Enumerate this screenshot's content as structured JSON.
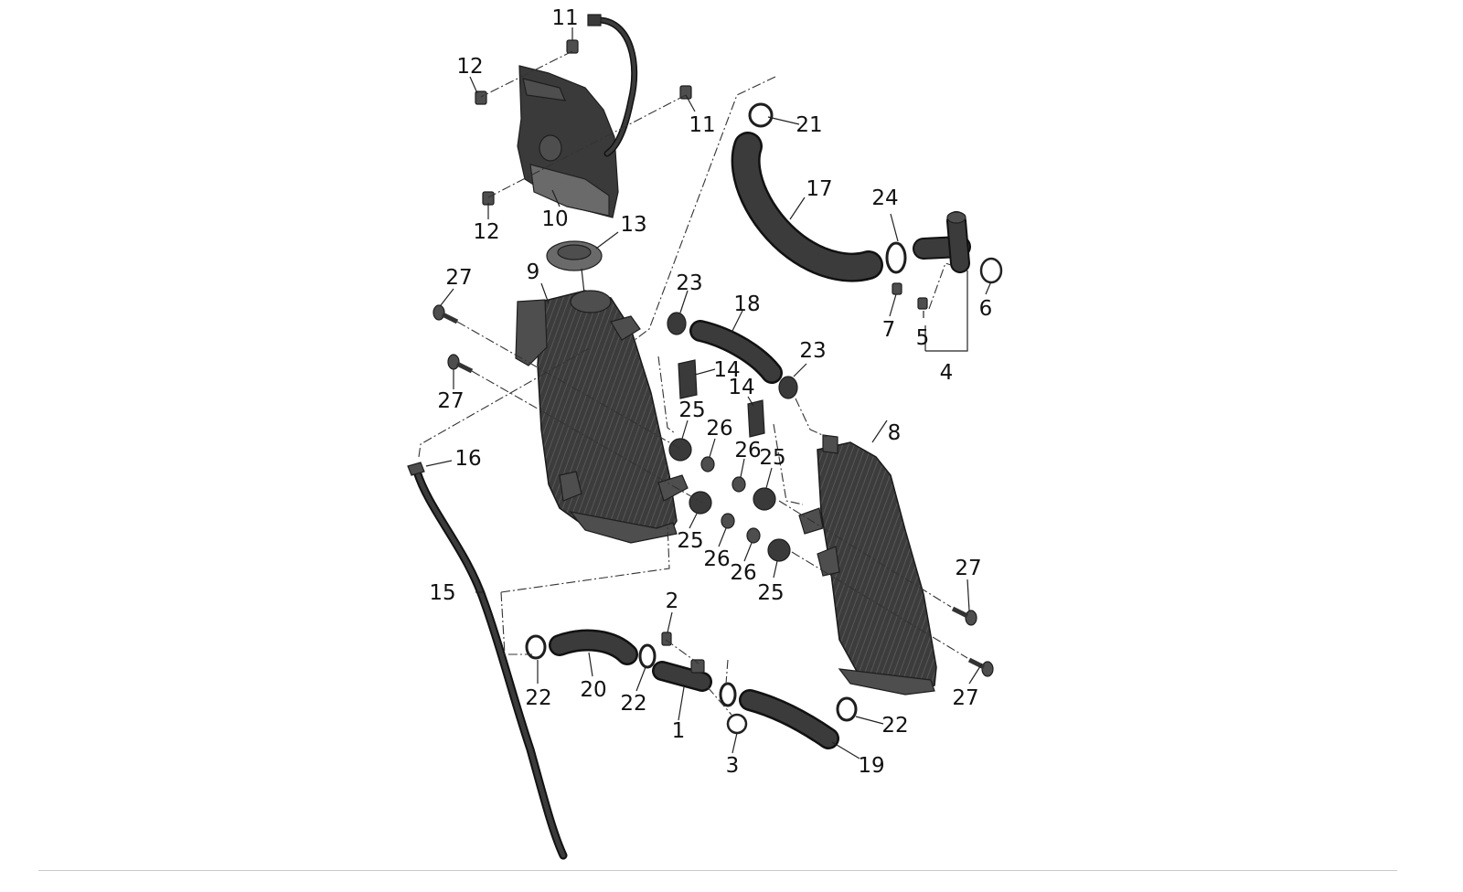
{
  "diagram": {
    "callouts": [
      {
        "id": "c1",
        "text": "1"
      },
      {
        "id": "c2",
        "text": "2"
      },
      {
        "id": "c3",
        "text": "3"
      },
      {
        "id": "c4",
        "text": "4"
      },
      {
        "id": "c5",
        "text": "5"
      },
      {
        "id": "c6",
        "text": "6"
      },
      {
        "id": "c7",
        "text": "7"
      },
      {
        "id": "c8",
        "text": "8"
      },
      {
        "id": "c9",
        "text": "9"
      },
      {
        "id": "c10",
        "text": "10"
      },
      {
        "id": "c11a",
        "text": "11"
      },
      {
        "id": "c11b",
        "text": "11"
      },
      {
        "id": "c12a",
        "text": "12"
      },
      {
        "id": "c12b",
        "text": "12"
      },
      {
        "id": "c13",
        "text": "13"
      },
      {
        "id": "c14a",
        "text": "14"
      },
      {
        "id": "c14b",
        "text": "14"
      },
      {
        "id": "c15",
        "text": "15"
      },
      {
        "id": "c16",
        "text": "16"
      },
      {
        "id": "c17",
        "text": "17"
      },
      {
        "id": "c18",
        "text": "18"
      },
      {
        "id": "c19",
        "text": "19"
      },
      {
        "id": "c20",
        "text": "20"
      },
      {
        "id": "c21",
        "text": "21"
      },
      {
        "id": "c22a",
        "text": "22"
      },
      {
        "id": "c22b",
        "text": "22"
      },
      {
        "id": "c22c",
        "text": "22"
      },
      {
        "id": "c23a",
        "text": "23"
      },
      {
        "id": "c23b",
        "text": "23"
      },
      {
        "id": "c24",
        "text": "24"
      },
      {
        "id": "c25a",
        "text": "25"
      },
      {
        "id": "c25b",
        "text": "25"
      },
      {
        "id": "c25c",
        "text": "25"
      },
      {
        "id": "c25d",
        "text": "25"
      },
      {
        "id": "c26a",
        "text": "26"
      },
      {
        "id": "c26b",
        "text": "26"
      },
      {
        "id": "c26c",
        "text": "26"
      },
      {
        "id": "c26d",
        "text": "26"
      },
      {
        "id": "c27a",
        "text": "27"
      },
      {
        "id": "c27b",
        "text": "27"
      },
      {
        "id": "c27c",
        "text": "27"
      },
      {
        "id": "c27d",
        "text": "27"
      }
    ]
  }
}
